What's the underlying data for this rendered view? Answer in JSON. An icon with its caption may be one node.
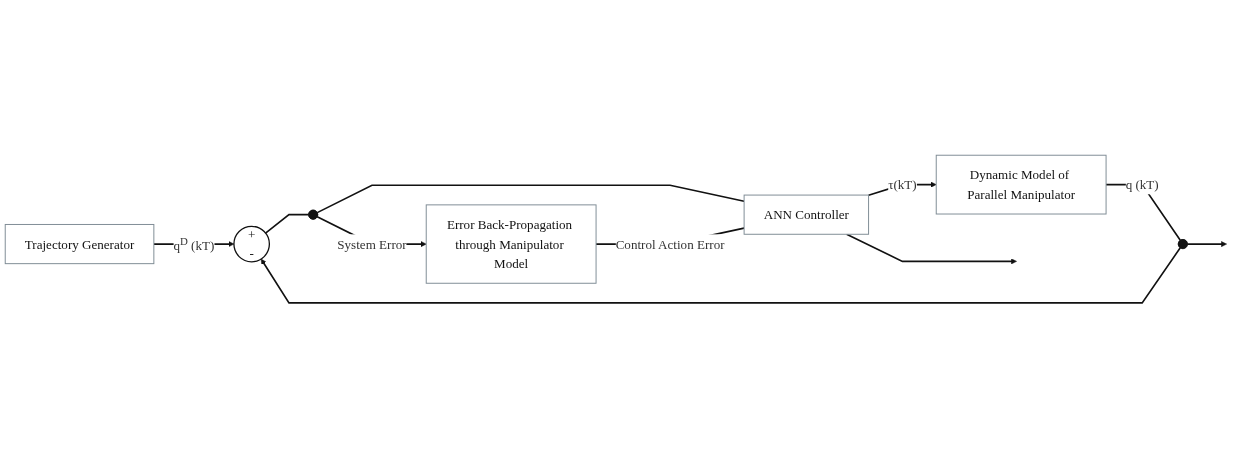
{
  "diagram": {
    "nodes": [
      {
        "text": [
          "Trajectory Generator"
        ]
      },
      {
        "text": [
          "+",
          "-"
        ]
      },
      {
        "text": [
          "ANN Controller"
        ]
      },
      {
        "text": [
          "Dynamic Model of Parallel Manipulator"
        ]
      },
      {
        "text": [
          "Error Back-Propagation through Manipulator Model"
        ]
      },
      {
        "text": [],
        "shape": "dot"
      },
      {
        "text": [],
        "shape": "dot"
      }
    ],
    "edges": [
      {
        "from": 0,
        "to": 1,
        "arrow": "to",
        "label": "q$^{D}$ (kT)"
      },
      {
        "from": 1,
        "to": 5,
        "arrow": "none"
      },
      {
        "from": 5,
        "to": 2,
        "arrow": "none"
      },
      {
        "from": 2,
        "to": 3,
        "arrow": "to",
        "label": "τ(kT)"
      },
      {
        "from": 3,
        "to": 6,
        "arrow": "none",
        "label": "q (kT)"
      },
      {
        "from": 6,
        "to": null,
        "arrow": "to"
      },
      {
        "from": 6,
        "to": 1,
        "arrow": "to"
      },
      {
        "from": 5,
        "to": 4,
        "arrow": "to",
        "label": "System Error"
      },
      {
        "from": 4,
        "to": 2,
        "arrow": "none",
        "label": "Control Action Error"
      },
      {
        "from": 2,
        "to": null,
        "arrow": "to"
      }
    ]
  }
}
